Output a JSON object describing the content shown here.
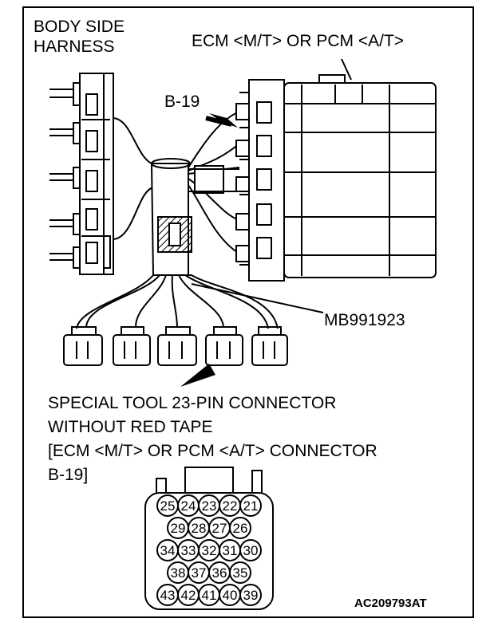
{
  "labels": {
    "body_side_line1": "BODY SIDE",
    "body_side_line2": "HARNESS",
    "ecm_title": "ECM <M/T> OR PCM <A/T>",
    "b19": "B-19",
    "mb": "MB991923",
    "special_line1": "SPECIAL TOOL 23-PIN CONNECTOR",
    "special_line2": "WITHOUT RED TAPE",
    "special_line3": "[ECM <M/T> OR PCM <A/T> CONNECTOR",
    "special_line4": "B-19]",
    "code": "AC209793AT"
  },
  "connector_pins": [
    [
      "25",
      "24",
      "23",
      "22",
      "21"
    ],
    [
      "29",
      "28",
      "27",
      "26"
    ],
    [
      "34",
      "33",
      "32",
      "31",
      "30"
    ],
    [
      "38",
      "37",
      "36",
      "35"
    ],
    [
      "43",
      "42",
      "41",
      "40",
      "39"
    ]
  ],
  "colors": {
    "line": "#000000",
    "background": "#ffffff"
  }
}
